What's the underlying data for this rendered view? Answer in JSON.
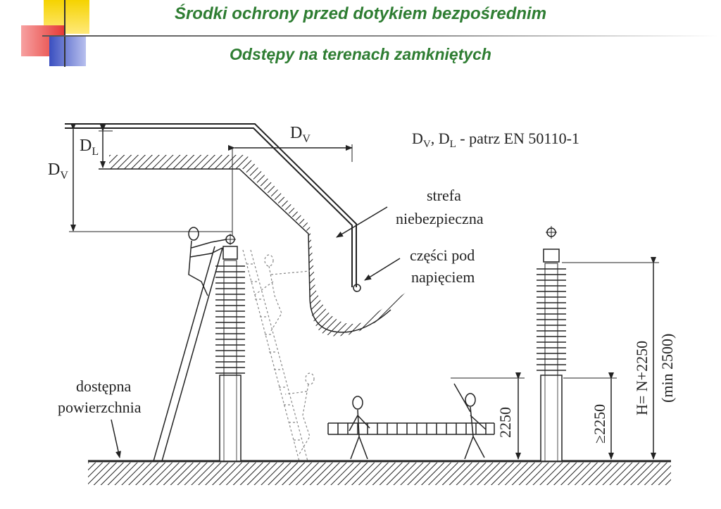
{
  "header": {
    "title": "Środki ochrony przed dotykiem bezpośrednim",
    "subtitle": "Odstępy na terenach zamkniętych"
  },
  "colors": {
    "title": "#2e7d32",
    "logo_yellow": "#f5d300",
    "logo_red": "#e53935",
    "logo_blue": "#3a4fc0"
  },
  "diagram": {
    "dl_label": "D",
    "dl_sub": "L",
    "dv_left_label": "D",
    "dv_left_sub": "V",
    "dv_top_label": "D",
    "dv_top_sub": "V",
    "ref_prefix": "D",
    "ref_sub1": "V",
    "ref_mid": ", D",
    "ref_sub2": "L",
    "ref_suffix": " - patrz EN 50110-1",
    "danger_zone_line1": "strefa",
    "danger_zone_line2": "niebezpieczna",
    "live_parts_line1": "części pod",
    "live_parts_line2": "napięciem",
    "surface_line1": "dostępna",
    "surface_line2": "powierzchnia",
    "height_2250": "2250",
    "height_min_2250": "≥2250",
    "height_h": "H= N+2250",
    "height_min": "(min 2500)"
  }
}
